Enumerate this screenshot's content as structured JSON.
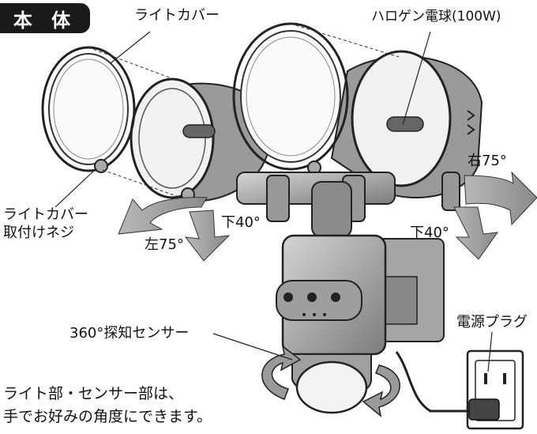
{
  "title": "本 体",
  "labels": {
    "light_cover": "ライトカバー",
    "halogen_bulb": "ハロゲン電球(100W)",
    "cover_screw_line1": "ライトカバー",
    "cover_screw_line2": "取付けネジ",
    "left_75": "左75°",
    "down_40_left": "下40°",
    "down_40_right": "下40°",
    "right_75": "右75°",
    "sensor": "360°探知センサー",
    "power_plug": "電源プラグ"
  },
  "caption": {
    "line1": "ライト部・センサー部は、",
    "line2": "手でお好みの角度にできます。"
  }
}
